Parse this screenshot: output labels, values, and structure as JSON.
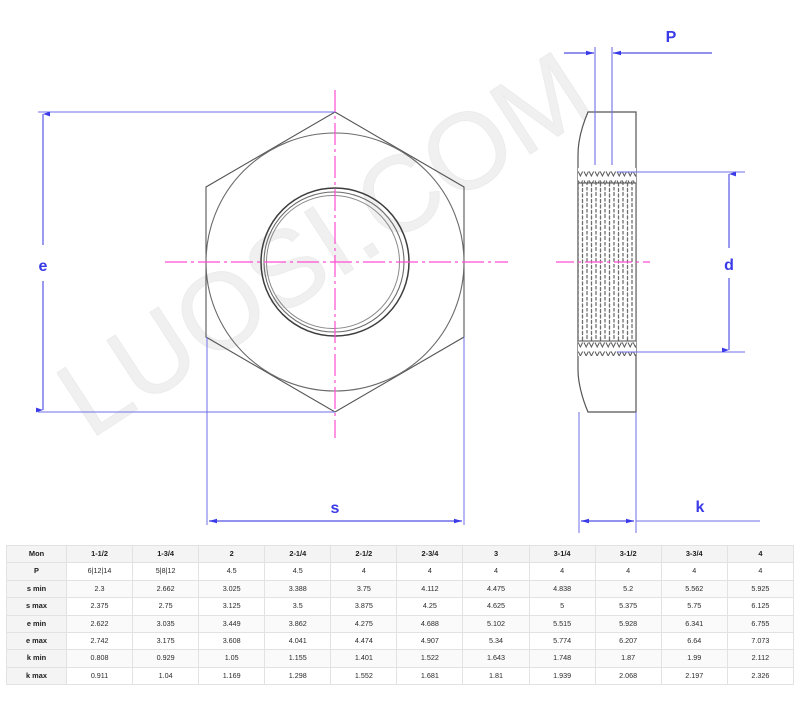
{
  "drawing": {
    "title": "Hex thin nut engineering drawing",
    "watermark_text": "LUOSI.COM",
    "colors": {
      "dimension": "#3a3ae8",
      "centerline": "#ff4dd2",
      "outline": "#555555",
      "watermark": "#efefef"
    },
    "dimensions": {
      "e_label": "e",
      "s_label": "s",
      "p_label": "P",
      "d_label": "d",
      "k_label": "k"
    }
  },
  "table": {
    "columns": [
      "Mon",
      "1-1/2",
      "1-3/4",
      "2",
      "2-1/4",
      "2-1/2",
      "2-3/4",
      "3",
      "3-1/4",
      "3-1/2",
      "3-3/4",
      "4"
    ],
    "rows": [
      {
        "label": "P",
        "values": [
          "6|12|14",
          "5|8|12",
          "4.5",
          "4.5",
          "4",
          "4",
          "4",
          "4",
          "4",
          "4",
          "4"
        ]
      },
      {
        "label": "s min",
        "values": [
          "2.3",
          "2.662",
          "3.025",
          "3.388",
          "3.75",
          "4.112",
          "4.475",
          "4.838",
          "5.2",
          "5.562",
          "5.925"
        ]
      },
      {
        "label": "s max",
        "values": [
          "2.375",
          "2.75",
          "3.125",
          "3.5",
          "3.875",
          "4.25",
          "4.625",
          "5",
          "5.375",
          "5.75",
          "6.125"
        ]
      },
      {
        "label": "e min",
        "values": [
          "2.622",
          "3.035",
          "3.449",
          "3.862",
          "4.275",
          "4.688",
          "5.102",
          "5.515",
          "5.928",
          "6.341",
          "6.755"
        ]
      },
      {
        "label": "e max",
        "values": [
          "2.742",
          "3.175",
          "3.608",
          "4.041",
          "4.474",
          "4.907",
          "5.34",
          "5.774",
          "6.207",
          "6.64",
          "7.073"
        ]
      },
      {
        "label": "k min",
        "values": [
          "0.808",
          "0.929",
          "1.05",
          "1.155",
          "1.401",
          "1.522",
          "1.643",
          "1.748",
          "1.87",
          "1.99",
          "2.112"
        ]
      },
      {
        "label": "k max",
        "values": [
          "0.911",
          "1.04",
          "1.169",
          "1.298",
          "1.552",
          "1.681",
          "1.81",
          "1.939",
          "2.068",
          "2.197",
          "2.326"
        ]
      }
    ]
  }
}
